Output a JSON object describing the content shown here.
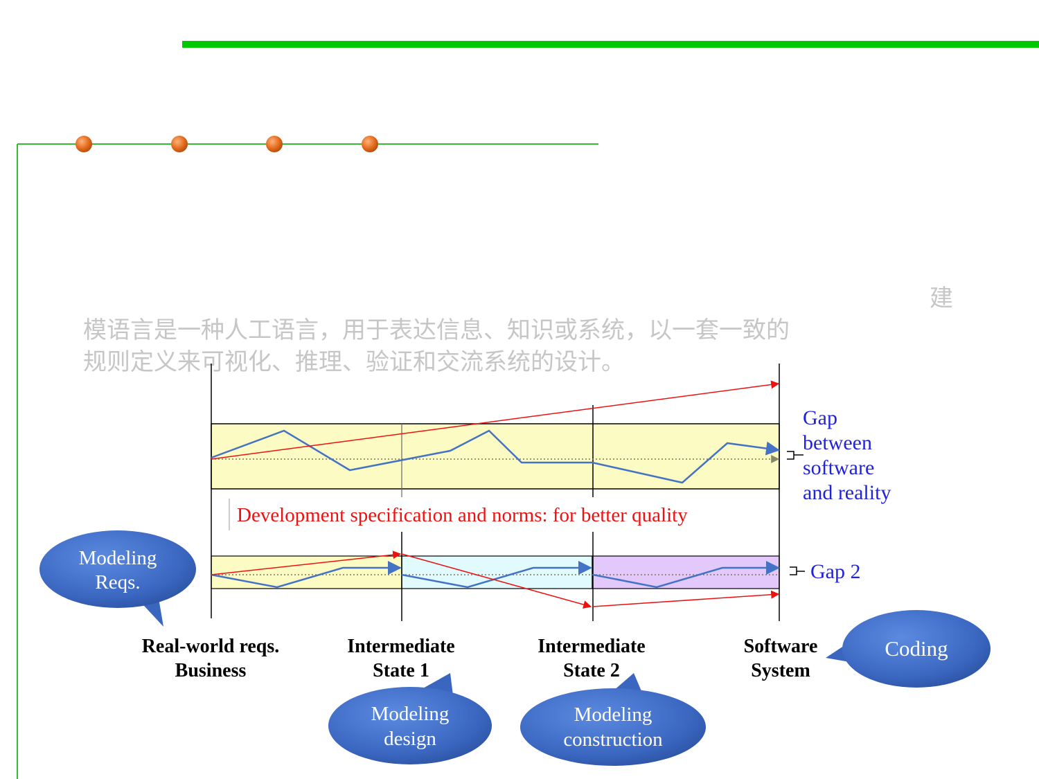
{
  "description": {
    "line1": "建",
    "line2": "模语言是一种人工语言，用于表达信息、知识或系统，以一套一致的",
    "line3": "规则定义来可视化、推理、验证和交流系统的设计。"
  },
  "diagram": {
    "spec_note": "Development specification and norms: for better quality",
    "gap1": [
      "Gap",
      "between",
      "software",
      "and reality"
    ],
    "gap2": "Gap 2",
    "stages": [
      {
        "line1": "Real-world reqs.",
        "line2": "Business"
      },
      {
        "line1": "Intermediate",
        "line2": "State 1"
      },
      {
        "line1": "Intermediate",
        "line2": "State 2"
      },
      {
        "line1": "Software",
        "line2": "System"
      }
    ],
    "bubbles": {
      "reqs": [
        "Modeling",
        "Reqs."
      ],
      "design": [
        "Modeling",
        "design"
      ],
      "construction": [
        "Modeling",
        "construction"
      ],
      "coding": [
        "Coding"
      ]
    }
  },
  "colors": {
    "top_bar": "#00c800",
    "frame": "#33bb33",
    "dots": "#e36b1c",
    "band_yellow": "#fdfbc4",
    "band_cyan": "#e0fafd",
    "band_purple": "#e2c8fb",
    "trace_blue": "#4472c4",
    "arrow_red": "#ee1111",
    "gap_text": "#2222dd",
    "bubble": "#3a66c0"
  }
}
